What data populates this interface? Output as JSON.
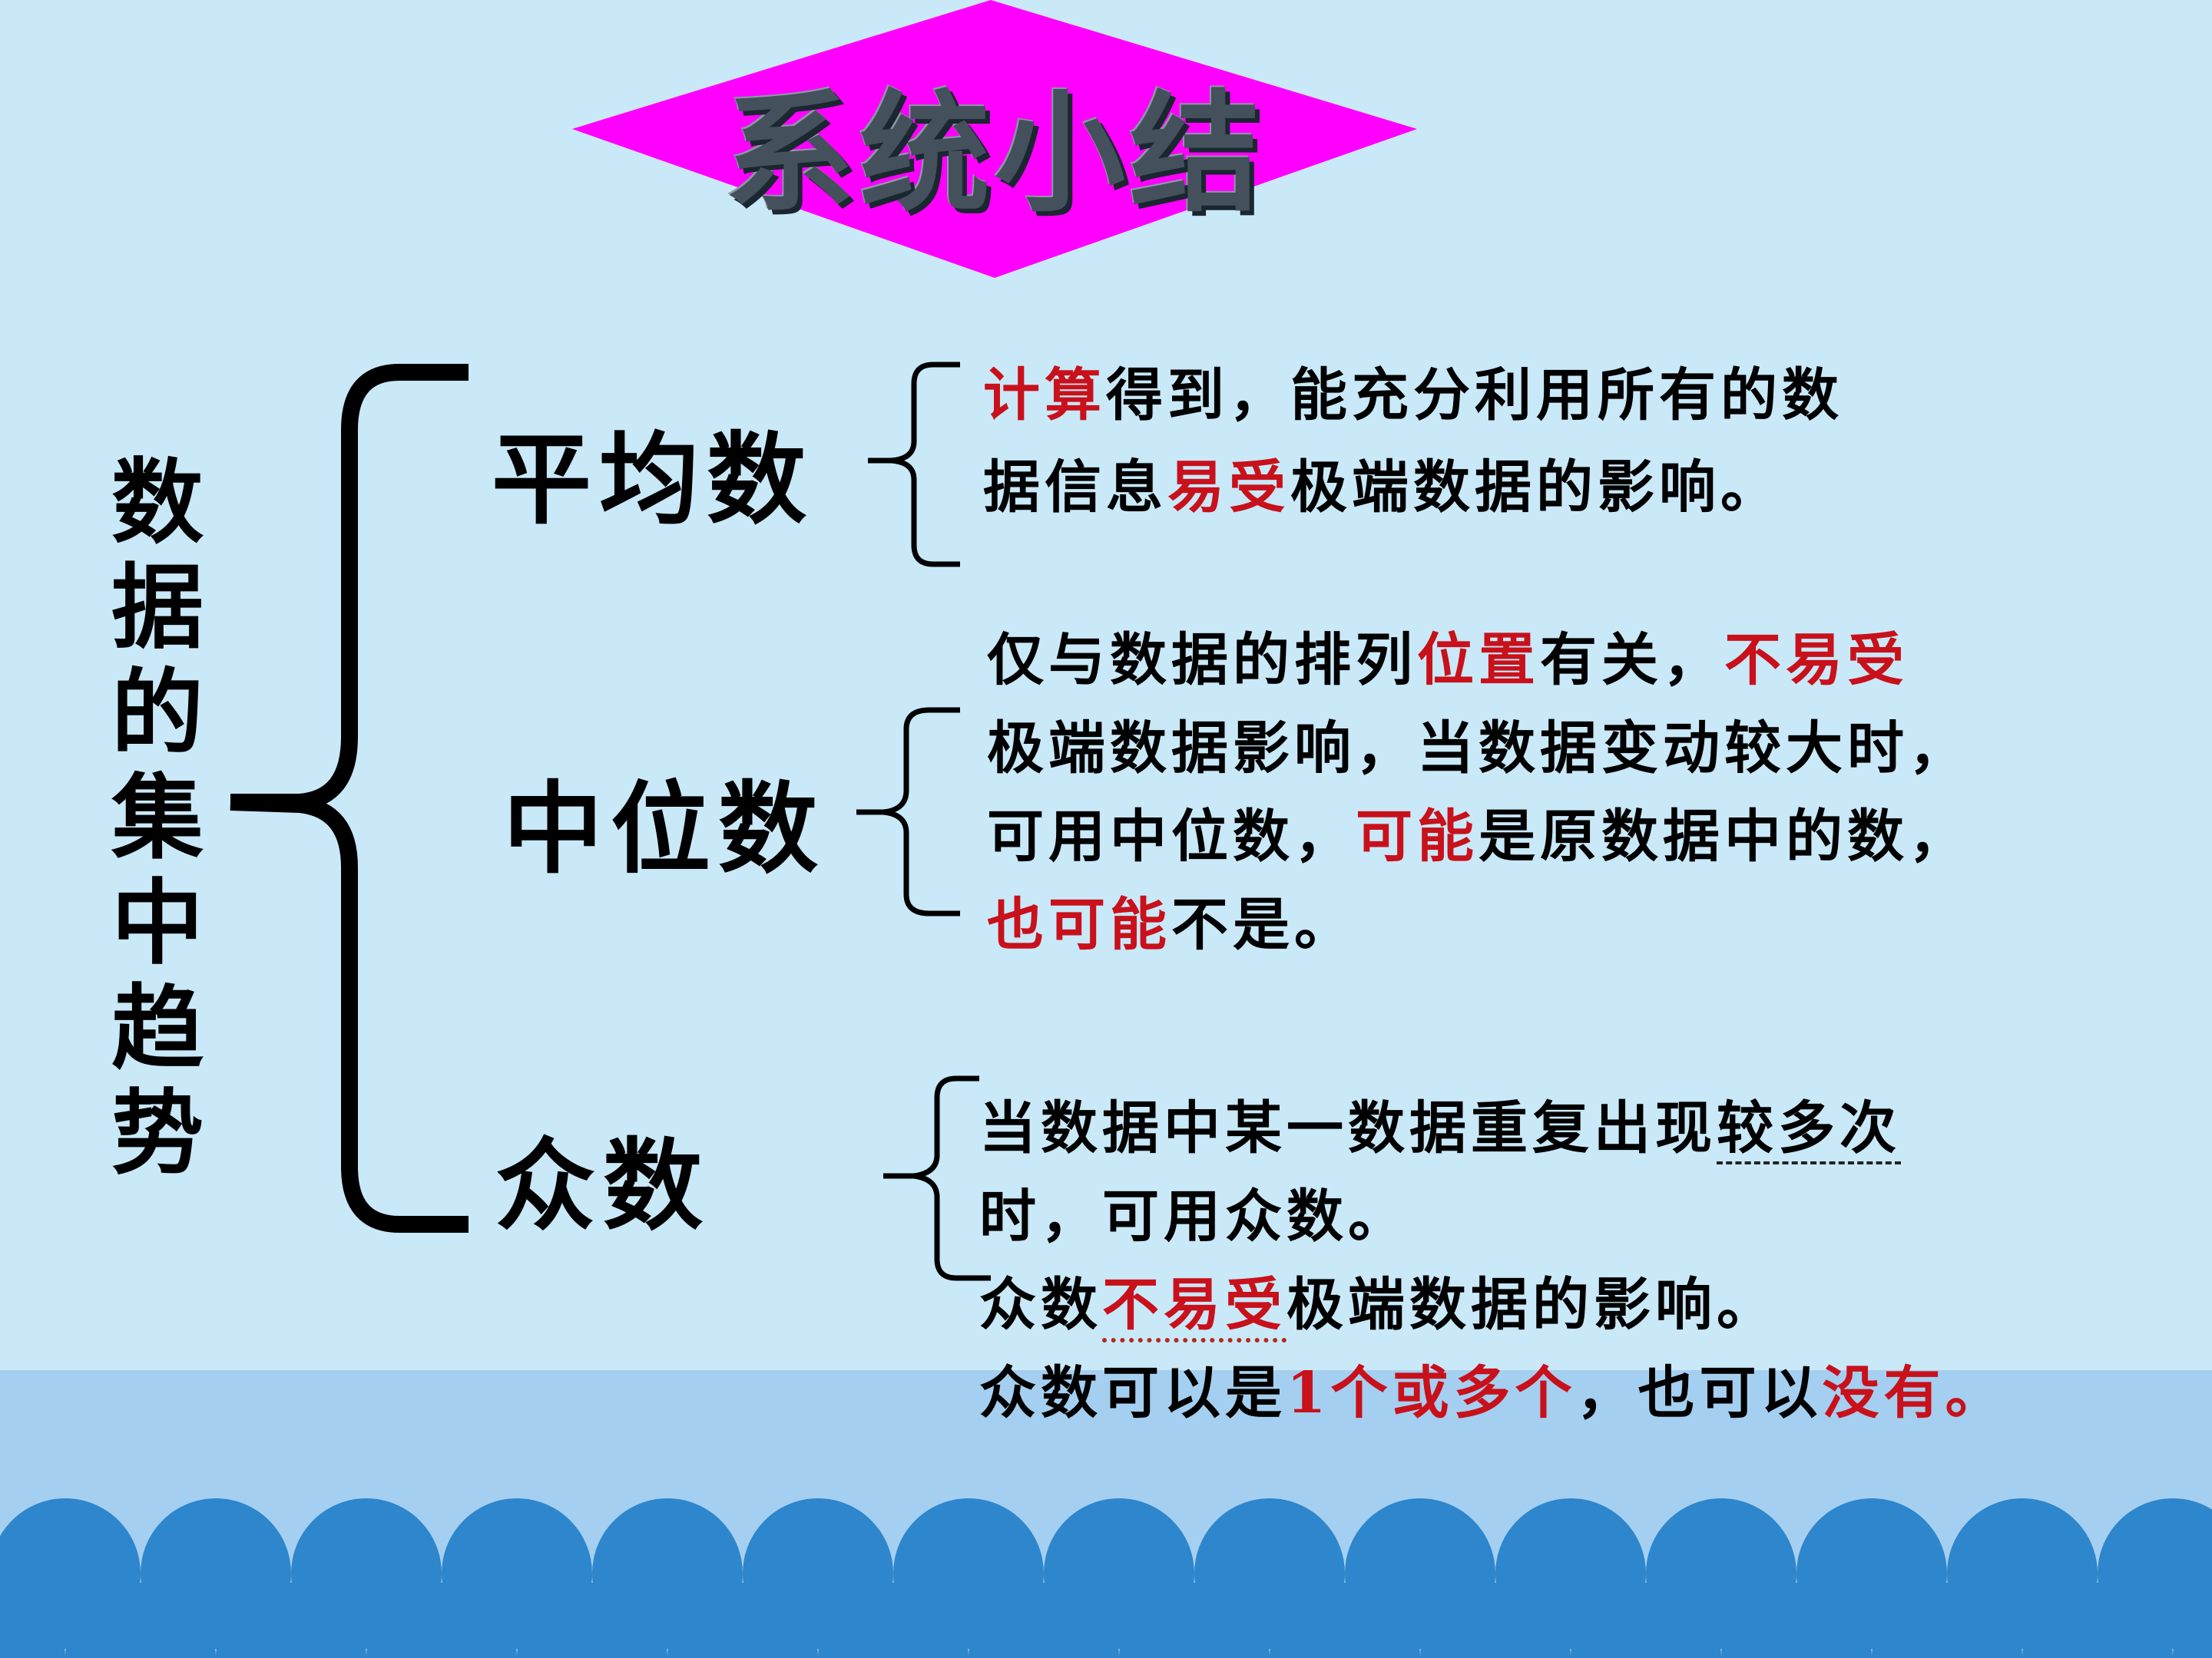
{
  "title": "系统小结",
  "topic_label": "数据的集中趋势",
  "mean": {
    "label": "平均数",
    "line1": {
      "red": "计算",
      "rest": "得到，能充分利用所有的数"
    },
    "line2": {
      "pre": "据信息",
      "red": "易受",
      "post": "极端数据的影响。"
    }
  },
  "median": {
    "label": "中位数",
    "line1": {
      "pre": "仅与数据的排列",
      "red1": "位置",
      "mid": "有关，",
      "red2": "不易受"
    },
    "line2": "极端数据影响，当数据变动较大时，",
    "line3": {
      "pre": "可用中位数，",
      "red": "可能",
      "post": "是原数据中的数，"
    },
    "line4": {
      "red": "也可能",
      "post": "不是。"
    }
  },
  "mode": {
    "label": "众数",
    "line1": {
      "pre": "当数据中某一数据重复出现",
      "underlined": "较多次"
    },
    "line2": "时，可用众数。",
    "line3": {
      "pre": "众数",
      "red": "不易受",
      "post": "极端数据的影响。"
    },
    "line4": {
      "pre": "众数可以是",
      "red1": "1个或多个",
      "mid": "，也可以",
      "red2": "没有。"
    }
  },
  "colors": {
    "background": "#c9e8f8",
    "lower_band": "#a5cff0",
    "waves": "#2e86cc",
    "title_diamond": "#ff00ff",
    "highlight": "#c8111b"
  }
}
